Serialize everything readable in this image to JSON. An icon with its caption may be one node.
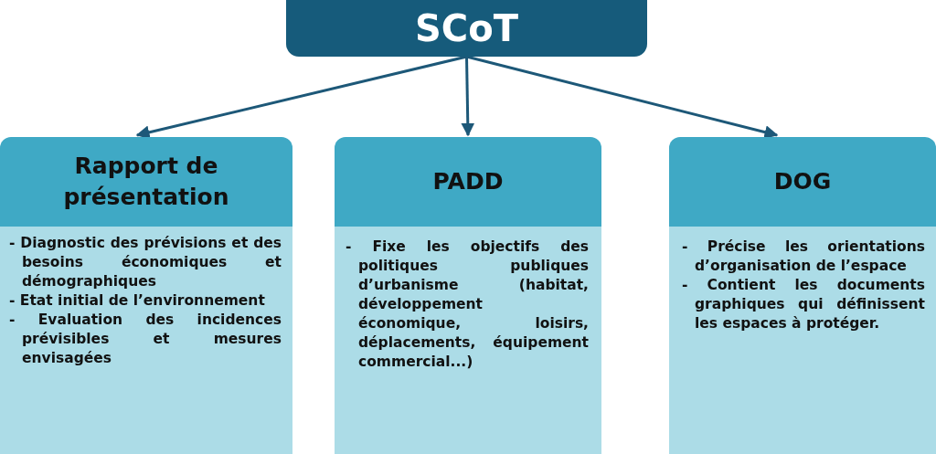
{
  "diagram": {
    "nodes": [
      {
        "text": [
          "SCoT"
        ]
      },
      {
        "text": [
          "Rapport de présentation",
          "- Diagnostic des prévisions et des besoins économiques et démographiques",
          "- Etat initial de l’environnement",
          "- Evaluation des incidences prévisibles et mesures envisagées"
        ]
      },
      {
        "text": [
          "PADD",
          "- Fixe les objectifs des politiques publiques d’urbanisme (habitat, développement économique, loisirs, déplacements, équipement commercial...)"
        ]
      },
      {
        "text": [
          "DOG",
          "- Précise les orientations d’organisation de l’espace",
          "- Contient les documents graphiques qui définissent les espaces à protéger."
        ]
      }
    ],
    "edges": [
      {
        "from": 0,
        "to": 1,
        "arrow": "to"
      },
      {
        "from": 0,
        "to": 2,
        "arrow": "to"
      },
      {
        "from": 0,
        "to": 3,
        "arrow": "to"
      }
    ]
  }
}
